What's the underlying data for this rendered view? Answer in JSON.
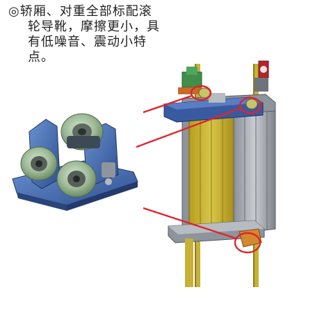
{
  "caption": {
    "line1": "◎轿厢、对重全部标配滚",
    "line2": "轮导靴，摩擦更小，具",
    "line3": "有低噪音、震动小特",
    "line4": "点。"
  },
  "colors": {
    "callout_red": "#e0242c",
    "rail_yellow": "#cdb83a",
    "car_panel_yellow": "#c9b22e",
    "frame_blue": "#3a5aa0",
    "roller_green": "#9bb898",
    "bracket_blue": "#4a74b8",
    "motor_green": "#3f8f4a"
  }
}
